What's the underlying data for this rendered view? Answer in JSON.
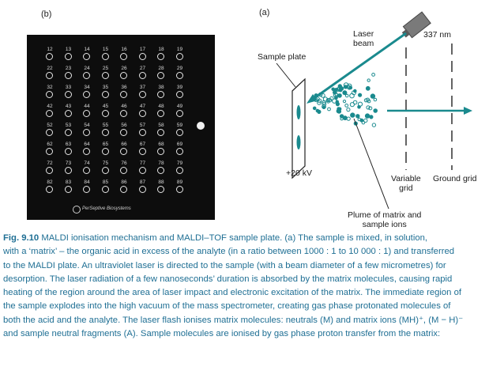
{
  "panels": {
    "b_label": "(b)",
    "a_label": "(a)"
  },
  "plate": {
    "rows": [
      [
        "12",
        "13",
        "14",
        "15",
        "16",
        "17",
        "18",
        "19"
      ],
      [
        "22",
        "23",
        "24",
        "25",
        "26",
        "27",
        "28",
        "29"
      ],
      [
        "32",
        "33",
        "34",
        "35",
        "36",
        "37",
        "38",
        "39"
      ],
      [
        "42",
        "43",
        "44",
        "45",
        "46",
        "47",
        "48",
        "49"
      ],
      [
        "52",
        "53",
        "54",
        "55",
        "56",
        "57",
        "58",
        "59"
      ],
      [
        "62",
        "63",
        "64",
        "65",
        "66",
        "67",
        "68",
        "69"
      ],
      [
        "72",
        "73",
        "74",
        "75",
        "76",
        "77",
        "78",
        "79"
      ],
      [
        "82",
        "83",
        "84",
        "85",
        "86",
        "87",
        "88",
        "89"
      ]
    ],
    "brand": "PerSeptive Biosystems"
  },
  "diagram": {
    "laser_beam": "Laser\nbeam",
    "wavelength": "337 nm",
    "sample_plate": "Sample plate",
    "voltage": "+20 kV",
    "variable_grid": "Variable\ngrid",
    "ground_grid": "Ground grid",
    "plume": "Plume of matrix and\nsample ions",
    "accent_color": "#1a8a8e"
  },
  "caption": {
    "fig_number": "Fig. 9.10",
    "lines": [
      "MALDI ionisation mechanism and MALDI–TOF sample plate. (a) The sample is mixed, in solution,",
      "with a ‘matrix’ – the organic acid in excess of the analyte (in a ratio between 1000 : 1 to 10 000 : 1) and transferred",
      "to the MALDI plate. An ultraviolet laser is directed to the sample (with a beam diameter of a few micrometres) for",
      "desorption. The laser radiation of a few nanoseconds’ duration is absorbed by the matrix molecules, causing rapid",
      "heating of the region around the area of laser impact and electronic excitation of the matrix. The immediate region of",
      "the sample explodes into the high vacuum of the mass spectrometer, creating gas phase protonated molecules of",
      "both the acid and the analyte. The laser flash ionises matrix molecules: neutrals (M) and matrix ions (MH)⁺, (M − H)⁻",
      "and sample neutral fragments (A). Sample molecules are ionised by gas phase proton transfer from the matrix:"
    ]
  }
}
